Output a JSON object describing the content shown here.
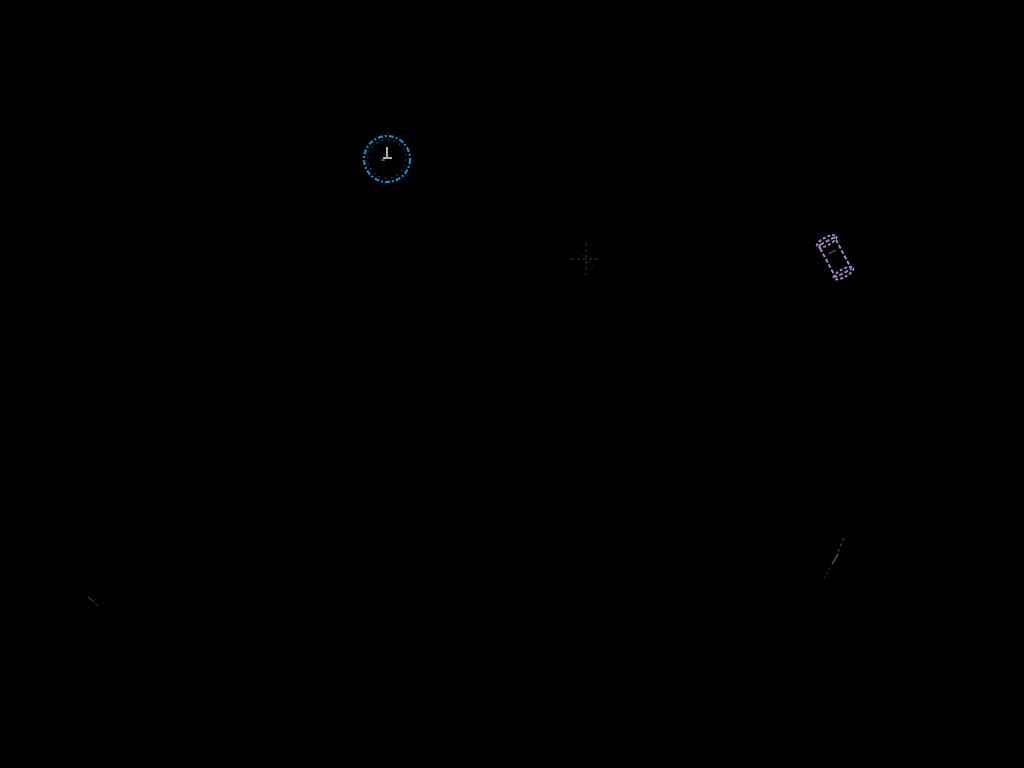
{
  "scene": {
    "background": "#000000",
    "objects": [
      {
        "name": "player-orb-icon",
        "kind": "orb",
        "color": "#1a8ad0",
        "core_color": "#e8e8e8"
      },
      {
        "name": "faint-sparkle-icon",
        "kind": "sparkle",
        "color": "#1c1c1c"
      },
      {
        "name": "scroll-key-icon",
        "kind": "scroll",
        "color": "#a084c8"
      },
      {
        "name": "debris-shard-icon",
        "kind": "shard",
        "color": "#3a3a3a"
      },
      {
        "name": "dim-speck-icon",
        "kind": "speck",
        "color": "#2a2a2a"
      }
    ]
  }
}
